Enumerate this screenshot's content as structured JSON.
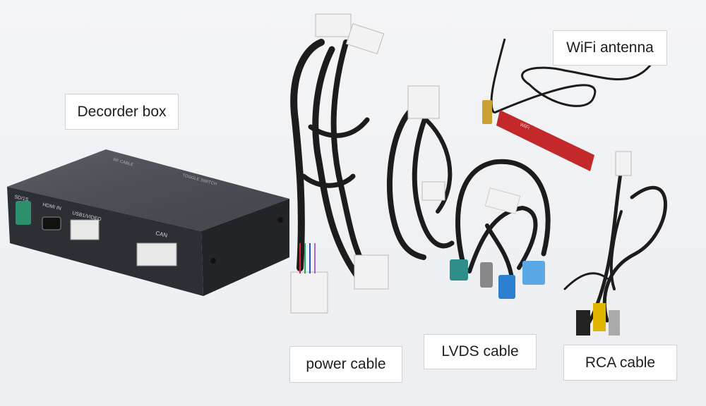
{
  "labels": {
    "decoder_box": "Decorder box",
    "wifi_antenna": "WiFi antenna",
    "power_cable": "power cable",
    "lvds_cable": "LVDS cable",
    "rca_cable": "RCA cable"
  },
  "box_markings": {
    "port_1": "SD/1S",
    "port_2": "HDMI IN",
    "port_3": "USB1/VIDEO",
    "port_4": "CAN",
    "top_1": "RF CABLE",
    "top_2": "TOGGLE SWITCH"
  },
  "antenna_text": "WiFi",
  "colors": {
    "box_body": "#3b3f44",
    "cable": "#1c1c1c",
    "connector_white": "#f2f2f2",
    "lvds_teal": "#2e8f8a",
    "lvds_blue": "#2d7fd0",
    "antenna_red": "#c3282a",
    "rca_yellow": "#e0b400"
  }
}
